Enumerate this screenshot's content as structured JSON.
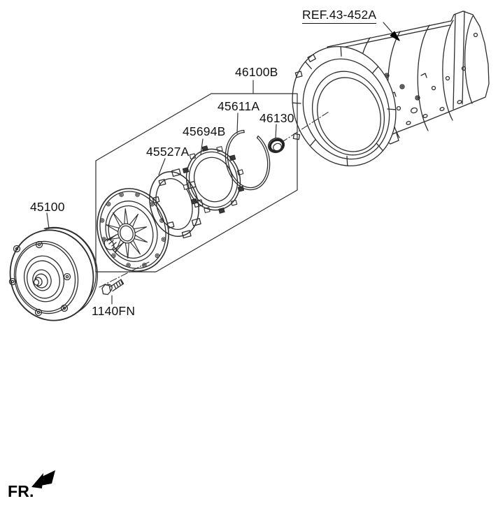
{
  "palette": {
    "background": "#ffffff",
    "line": "#2d2d2d",
    "text": "#111111",
    "solid": "#000000"
  },
  "reference_link": {
    "label": "REF.43-452A"
  },
  "group_callout": {
    "label": "46100B"
  },
  "callouts": {
    "c45100": "45100",
    "c1140fn": "1140FN",
    "c45527a": "45527A",
    "c45694b": "45694B",
    "c45611a": "45611A",
    "c46130": "46130"
  },
  "direction_indicator": {
    "label": "FR.",
    "icon": "fr-arrow-icon"
  }
}
